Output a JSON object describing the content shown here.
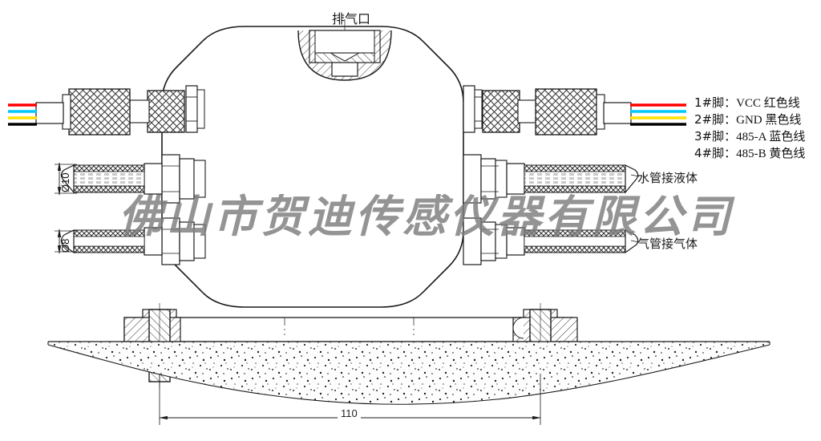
{
  "drawing": {
    "title_top": "排气口",
    "watermark": "佛山市贺迪传感仪器有限公司",
    "labels": {
      "water_pipe": "水管接液体",
      "gas_pipe": "气管接气体",
      "dia_water": "Ø10",
      "dia_gas": "Ø8",
      "base_width": "110"
    },
    "legend": [
      {
        "pin": "1#脚：",
        "signal": "VCC",
        "wire": "红色线",
        "color": "#ff0000"
      },
      {
        "pin": "2#脚：",
        "signal": "GND",
        "wire": "黑色线",
        "color": "#000000"
      },
      {
        "pin": "3#脚：",
        "signal": "485-A",
        "wire": "蓝色线",
        "color": "#00c8ff"
      },
      {
        "pin": "4#脚：",
        "signal": "485-B",
        "wire": "黄色线",
        "color": "#ffe000"
      }
    ],
    "wire_colors": [
      "#ff0000",
      "#00c8ff",
      "#ffe000",
      "#000000"
    ],
    "colors": {
      "line": "#1a1a1a",
      "hatch": "#3a3a3a",
      "ground_fill": "#fcfcfc",
      "watermark": "#7d7d7d"
    }
  }
}
